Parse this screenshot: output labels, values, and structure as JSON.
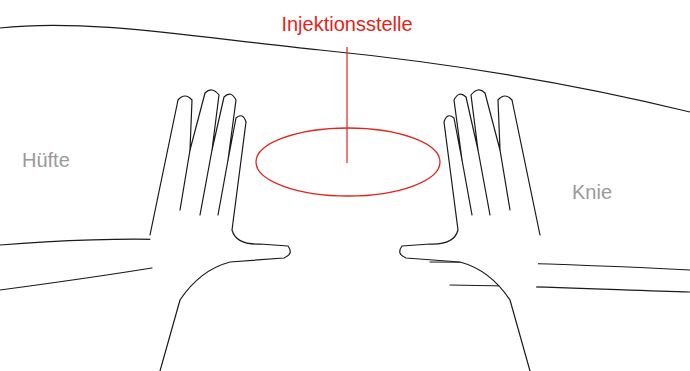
{
  "diagram": {
    "labels": [
      "Injektionsstelle",
      "Hüfte",
      "Knie"
    ]
  }
}
